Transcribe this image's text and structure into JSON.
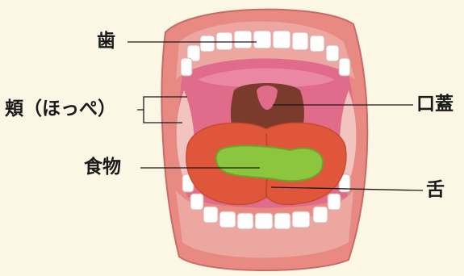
{
  "labels": {
    "teeth": "歯",
    "cheek": "頬（ほっぺ）",
    "palate": "口蓋",
    "food": "食物",
    "tongue": "舌"
  },
  "colors": {
    "background": "#fcf7e4",
    "lips": "#e98a82",
    "lip_outline": "#c86b66",
    "gums": "#eba7a0",
    "teeth": "#ffffff",
    "palate": "#e06b8a",
    "throat": "#7a3b2c",
    "tongue": "#e0563a",
    "food": "#8cc63e",
    "cheek_inner": "#f2c4c0",
    "leader_line": "#1a1a1a"
  }
}
